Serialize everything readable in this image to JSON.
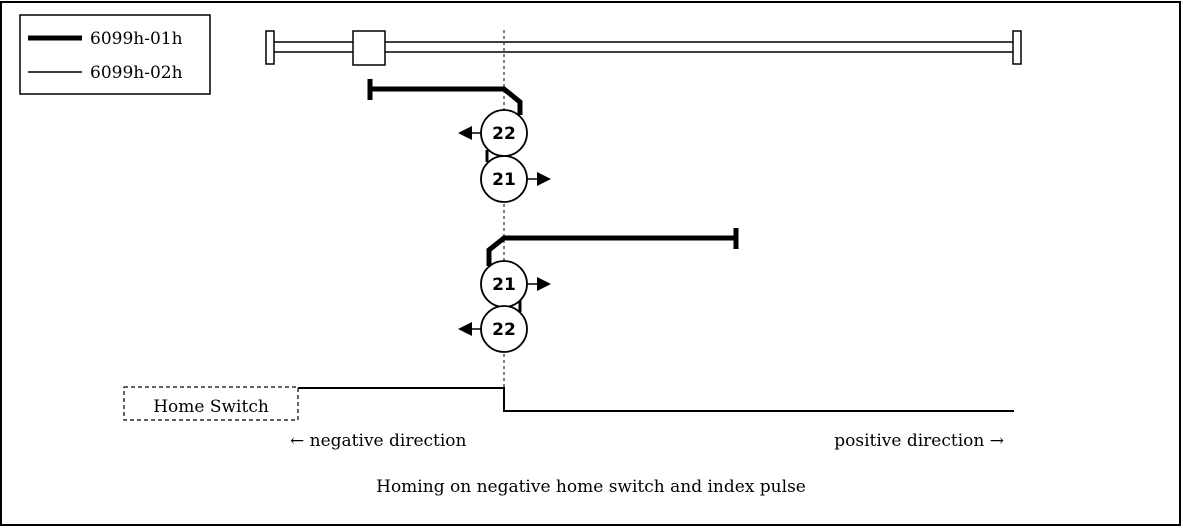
{
  "legend": {
    "items": [
      {
        "label": "6099h-01h",
        "style": "thick"
      },
      {
        "label": "6099h-02h",
        "style": "thin"
      }
    ]
  },
  "home_switch": {
    "label": "Home Switch"
  },
  "directions": {
    "negative": "← negative direction",
    "positive": "positive direction →"
  },
  "caption": "Homing on negative home switch and index pulse",
  "markers": {
    "upper_first": "22",
    "upper_second": "21",
    "lower_first": "21",
    "lower_second": "22"
  },
  "colors": {
    "stroke": "#000000",
    "background": "#ffffff"
  }
}
